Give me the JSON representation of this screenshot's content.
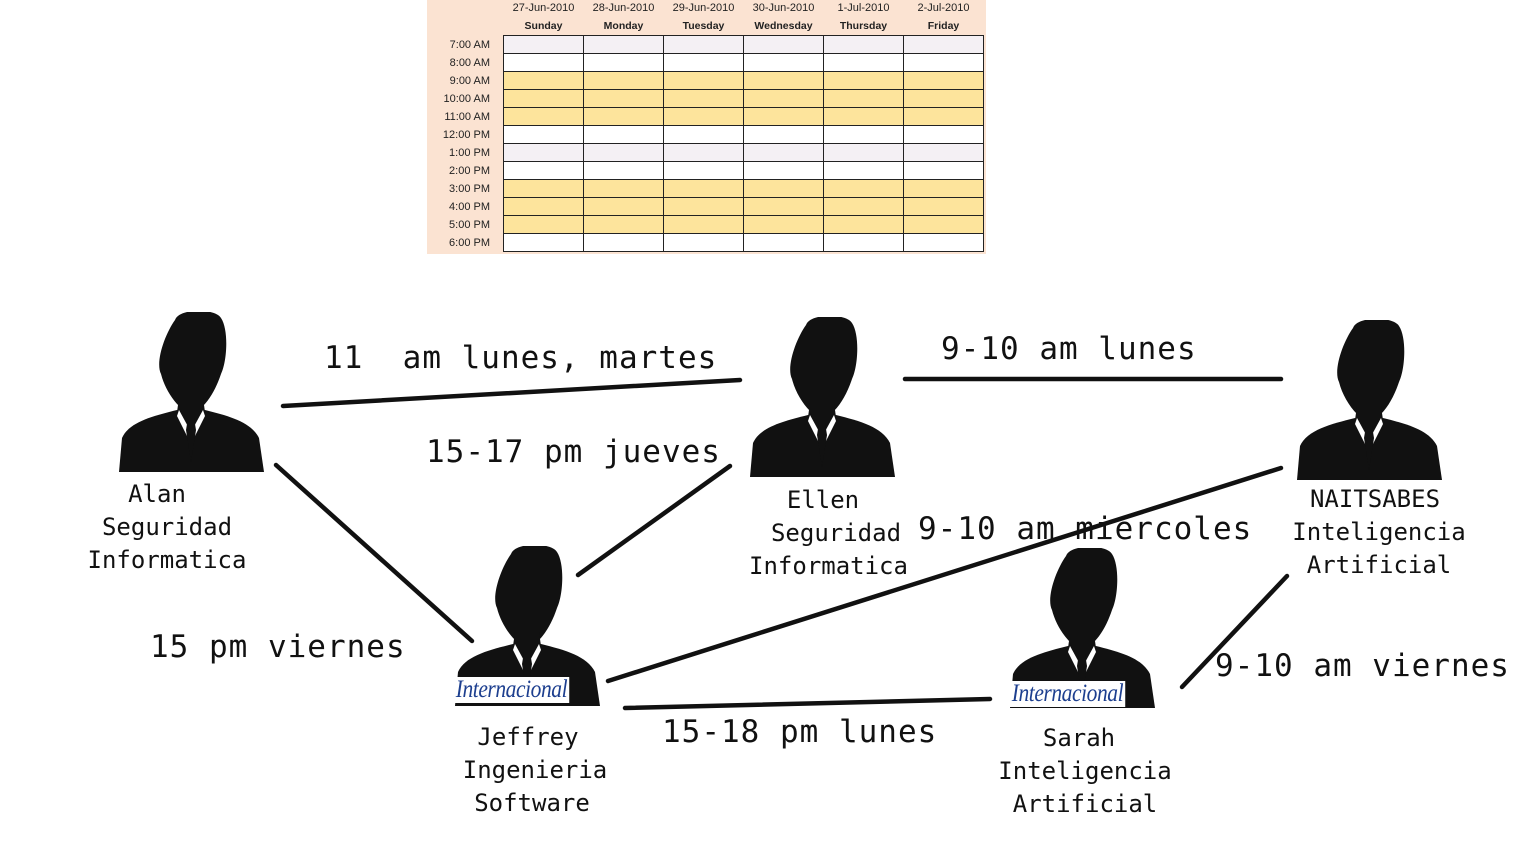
{
  "schedule": {
    "dates": [
      "27-Jun-2010",
      "28-Jun-2010",
      "29-Jun-2010",
      "30-Jun-2010",
      "1-Jul-2010",
      "2-Jul-2010"
    ],
    "days": [
      "Sunday",
      "Monday",
      "Tuesday",
      "Wednesday",
      "Thursday",
      "Friday"
    ],
    "times": [
      "7:00 AM",
      "8:00 AM",
      "9:00 AM",
      "10:00 AM",
      "11:00 AM",
      "12:00 PM",
      "1:00 PM",
      "2:00 PM",
      "3:00 PM",
      "4:00 PM",
      "5:00 PM",
      "6:00 PM"
    ],
    "row_styles": [
      "light",
      "white",
      "yellow",
      "yellow",
      "yellow",
      "white",
      "light",
      "white",
      "yellow",
      "yellow",
      "yellow",
      "white"
    ],
    "colors": {
      "header_bg": "#fbe3d2",
      "highlight": "#fde49c",
      "light": "#f4f0f4",
      "white": "#ffffff"
    }
  },
  "people": [
    {
      "id": "alan",
      "lines": [
        "Alan",
        "Seguridad",
        "Informatica"
      ],
      "badge": ""
    },
    {
      "id": "ellen",
      "lines": [
        "Ellen",
        "Seguridad",
        "Informatica"
      ],
      "badge": ""
    },
    {
      "id": "naitsabes",
      "lines": [
        "NAITSABES",
        "Inteligencia",
        "Artificial"
      ],
      "badge": ""
    },
    {
      "id": "jeffrey",
      "lines": [
        "Jeffrey",
        "Ingenieria",
        "Software"
      ],
      "badge": "Internacional"
    },
    {
      "id": "sarah",
      "lines": [
        "Sarah",
        "Inteligencia",
        "Artificial"
      ],
      "badge": "Internacional"
    }
  ],
  "edges": [
    {
      "id": "alan-ellen",
      "label": "11  am lunes, martes"
    },
    {
      "id": "ellen-naitsabes",
      "label": "9-10 am lunes"
    },
    {
      "id": "ellen-jeffrey",
      "label": "15-17 pm jueves"
    },
    {
      "id": "jeffrey-naitsabes",
      "label": "9-10 am miercoles"
    },
    {
      "id": "alan-jeffrey",
      "label": "15 pm viernes"
    },
    {
      "id": "jeffrey-sarah",
      "label": "15-18 pm lunes"
    },
    {
      "id": "naitsabes-sarah",
      "label": "9-10 am viernes"
    }
  ]
}
